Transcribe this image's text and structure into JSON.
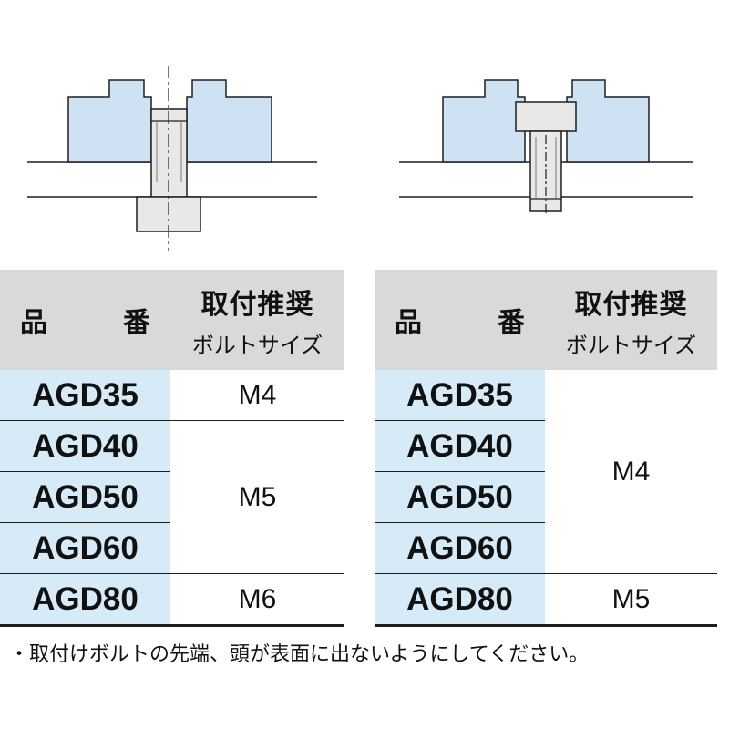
{
  "colors": {
    "part_cell": "#d6eaf8",
    "block_fill": "#cfe2f3",
    "header_bg": "#d9d9d9",
    "bolt_fill": "#e8e8e8"
  },
  "tables": [
    {
      "header": {
        "part_chars": [
          "品",
          "番"
        ],
        "size_line1": "取付推奨",
        "size_line2": "ボルトサイズ"
      },
      "parts": [
        "AGD35",
        "AGD40",
        "AGD50",
        "AGD60",
        "AGD80"
      ],
      "sizes": [
        "M4",
        "M5",
        "M6"
      ]
    },
    {
      "header": {
        "part_chars": [
          "品",
          "番"
        ],
        "size_line1": "取付推奨",
        "size_line2": "ボルトサイズ"
      },
      "parts": [
        "AGD35",
        "AGD40",
        "AGD50",
        "AGD60",
        "AGD80"
      ],
      "sizes": [
        "M4",
        "M5"
      ]
    }
  ],
  "note": "・取付けボルトの先端、頭が表面に出ないようにしてください。"
}
